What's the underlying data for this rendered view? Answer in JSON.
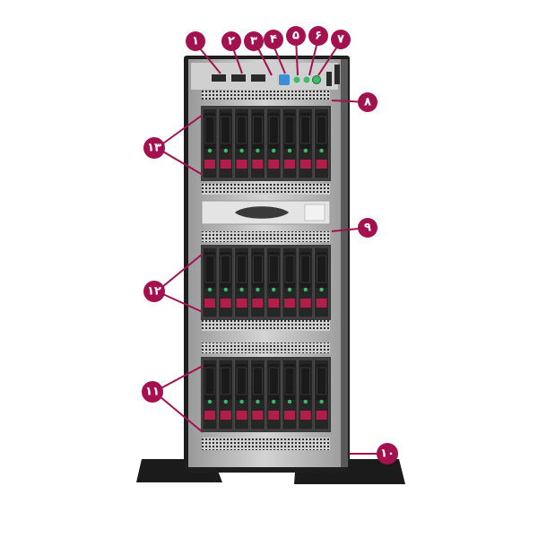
{
  "callouts": [
    {
      "id": "c1",
      "label": "۱"
    },
    {
      "id": "c2",
      "label": "۲"
    },
    {
      "id": "c3",
      "label": "۳"
    },
    {
      "id": "c4",
      "label": "۴"
    },
    {
      "id": "c5",
      "label": "۵"
    },
    {
      "id": "c6",
      "label": "۶"
    },
    {
      "id": "c7",
      "label": "۷"
    },
    {
      "id": "c8",
      "label": "۸"
    },
    {
      "id": "c9",
      "label": "۹"
    },
    {
      "id": "c10",
      "label": "۱۰"
    },
    {
      "id": "c11",
      "label": "۱۱"
    },
    {
      "id": "c12",
      "label": "۱۲"
    },
    {
      "id": "c13",
      "label": "۱۳"
    }
  ],
  "colors": {
    "callout": "#a3124f",
    "chassis": "#bcbcbc",
    "chassis_dark": "#1a1a1a",
    "drive_body": "#2a2a2a",
    "drive_led": "#b21d4a",
    "status_green": "#3dbb6a",
    "uid_blue": "#3b8fd8"
  }
}
